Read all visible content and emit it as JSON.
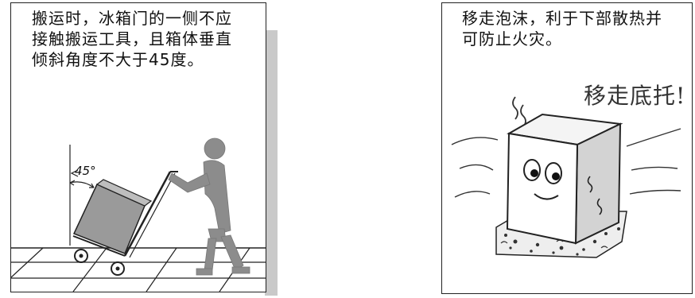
{
  "panel_left": {
    "caption_lines": [
      "搬运时，冰箱门的一侧不应",
      "接触搬运工具，且箱体垂直",
      "倾斜角度不大于45度。"
    ],
    "angle_label": "45°",
    "icons": [
      "person-pushing-hand-truck-icon",
      "refrigerator-box-icon",
      "angle-marker-icon",
      "floor-tiles-icon"
    ]
  },
  "panel_right": {
    "caption_lines": [
      "移走泡沫，利于下部散热并",
      "可防止火灾。"
    ],
    "shout": "移走底托!",
    "icons": [
      "cartoon-refrigerator-icon",
      "foam-base-icon",
      "heat-waves-icon",
      "wind-lines-icon"
    ]
  },
  "colors": {
    "figure_gray": "#8c8c8c",
    "shadow_gray": "#c9c9c9",
    "box_gray": "#9a9a9a"
  }
}
